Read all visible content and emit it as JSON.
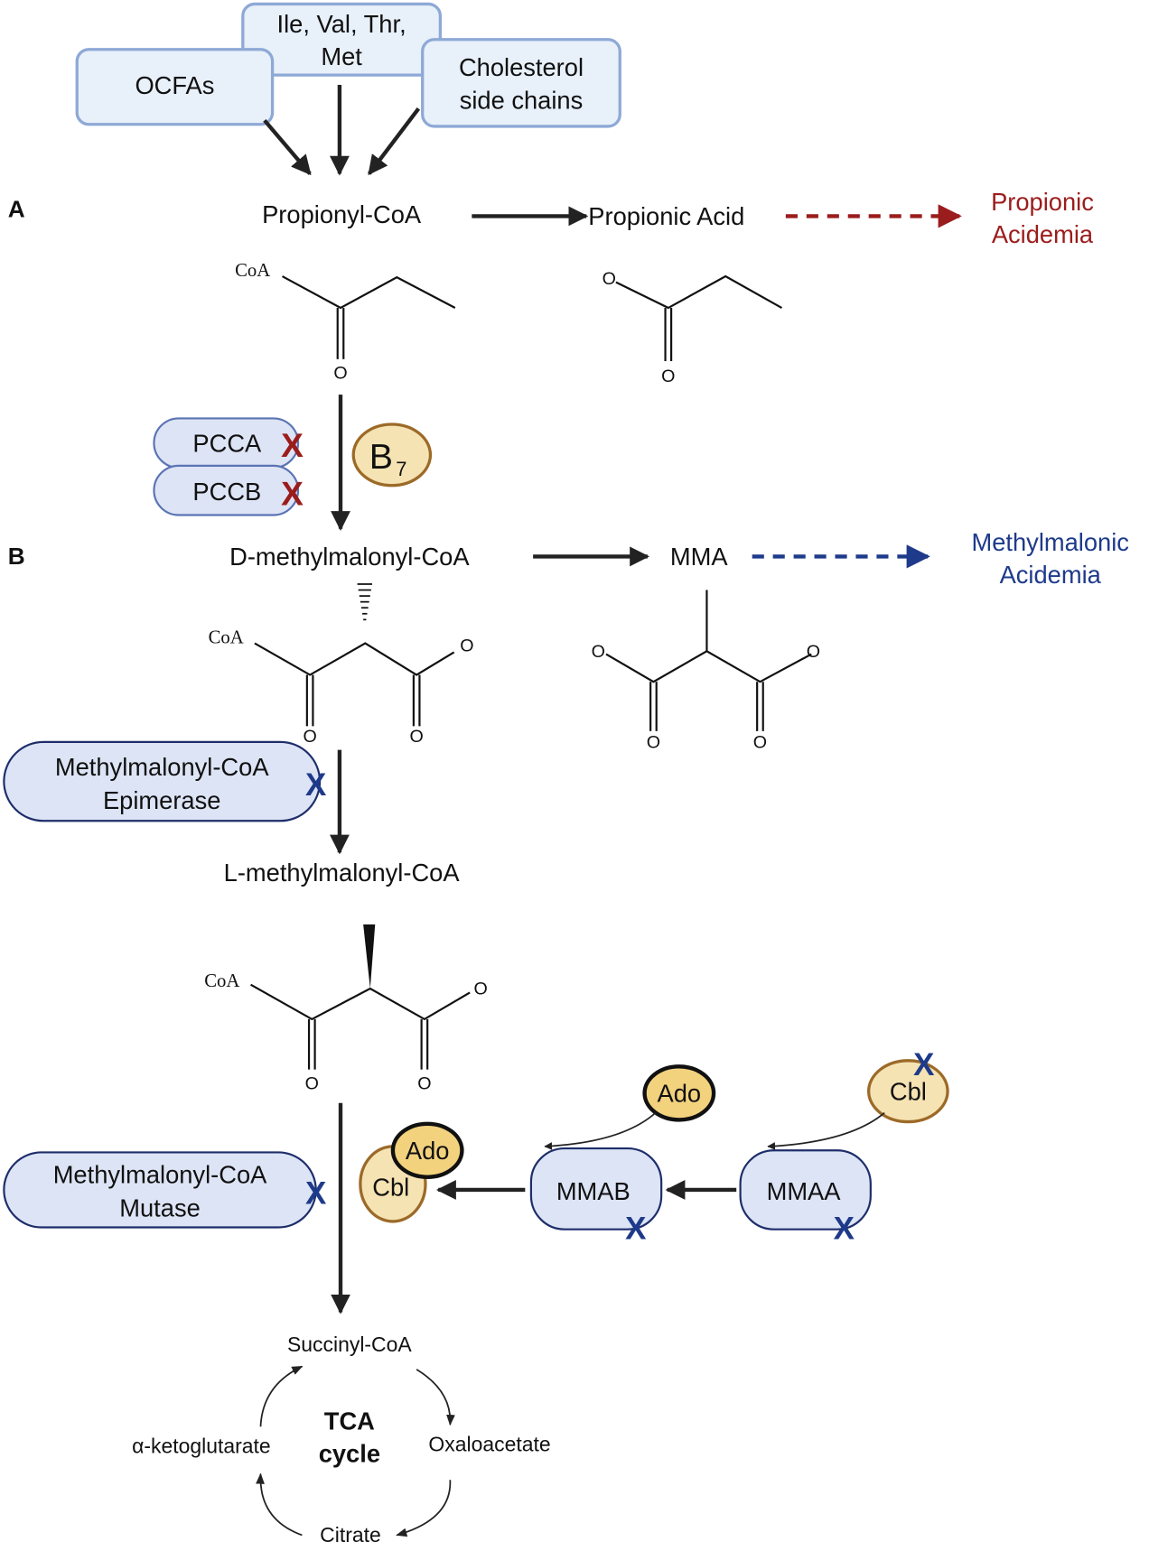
{
  "panels": {
    "a": "A",
    "b": "B"
  },
  "sources": [
    {
      "id": "ocfas",
      "lines": [
        "OCFAs"
      ]
    },
    {
      "id": "amino-acids",
      "lines": [
        "Ile, Val, Thr,",
        "Met"
      ]
    },
    {
      "id": "cholesterol",
      "lines": [
        "Cholesterol",
        "side chains"
      ]
    }
  ],
  "metabolites": {
    "propionyl_coa": "Propionyl-CoA",
    "propionic_acid": "Propionic Acid",
    "d_methylmalonyl_coa": "D-methylmalonyl-CoA",
    "mma": "MMA",
    "l_methylmalonyl_coa": "L-methylmalonyl-CoA",
    "succinyl_coa": "Succinyl-CoA"
  },
  "diseases": {
    "propionic_acidemia": {
      "lines": [
        "Propionic",
        "Acidemia"
      ],
      "color": "#9b1c1c"
    },
    "methylmalonic_acidemia": {
      "lines": [
        "Methylmalonic",
        "Acidemia"
      ],
      "color": "#1e3a8a"
    }
  },
  "enzymes": {
    "pcca": "PCCA",
    "pccb": "PCCB",
    "epimerase": [
      "Methylmalonyl-CoA",
      "Epimerase"
    ],
    "mutase": [
      "Methylmalonyl-CoA",
      "Mutase"
    ],
    "mmab": "MMAB",
    "mmaa": "MMAA"
  },
  "cofactors": {
    "b7": {
      "base": "B",
      "sub": "7"
    },
    "ado": "Ado",
    "cbl": "Cbl"
  },
  "deficiency_mark": "X",
  "chem": {
    "coa": "CoA",
    "oxygen": "O"
  },
  "tca": {
    "center": [
      "TCA",
      "cycle"
    ],
    "alpha_kg": "α-ketoglutarate",
    "oxaloacetate": "Oxaloacetate",
    "citrate": "Citrate"
  },
  "colors": {
    "pa_red": "#9b1c1c",
    "mma_blue": "#1e3a8a",
    "enzyme_fill": "#dde4f5",
    "source_fill": "#e8f0fa",
    "ado_fill": "#f3d27e",
    "cbl_fill": "#f5e3b3"
  }
}
